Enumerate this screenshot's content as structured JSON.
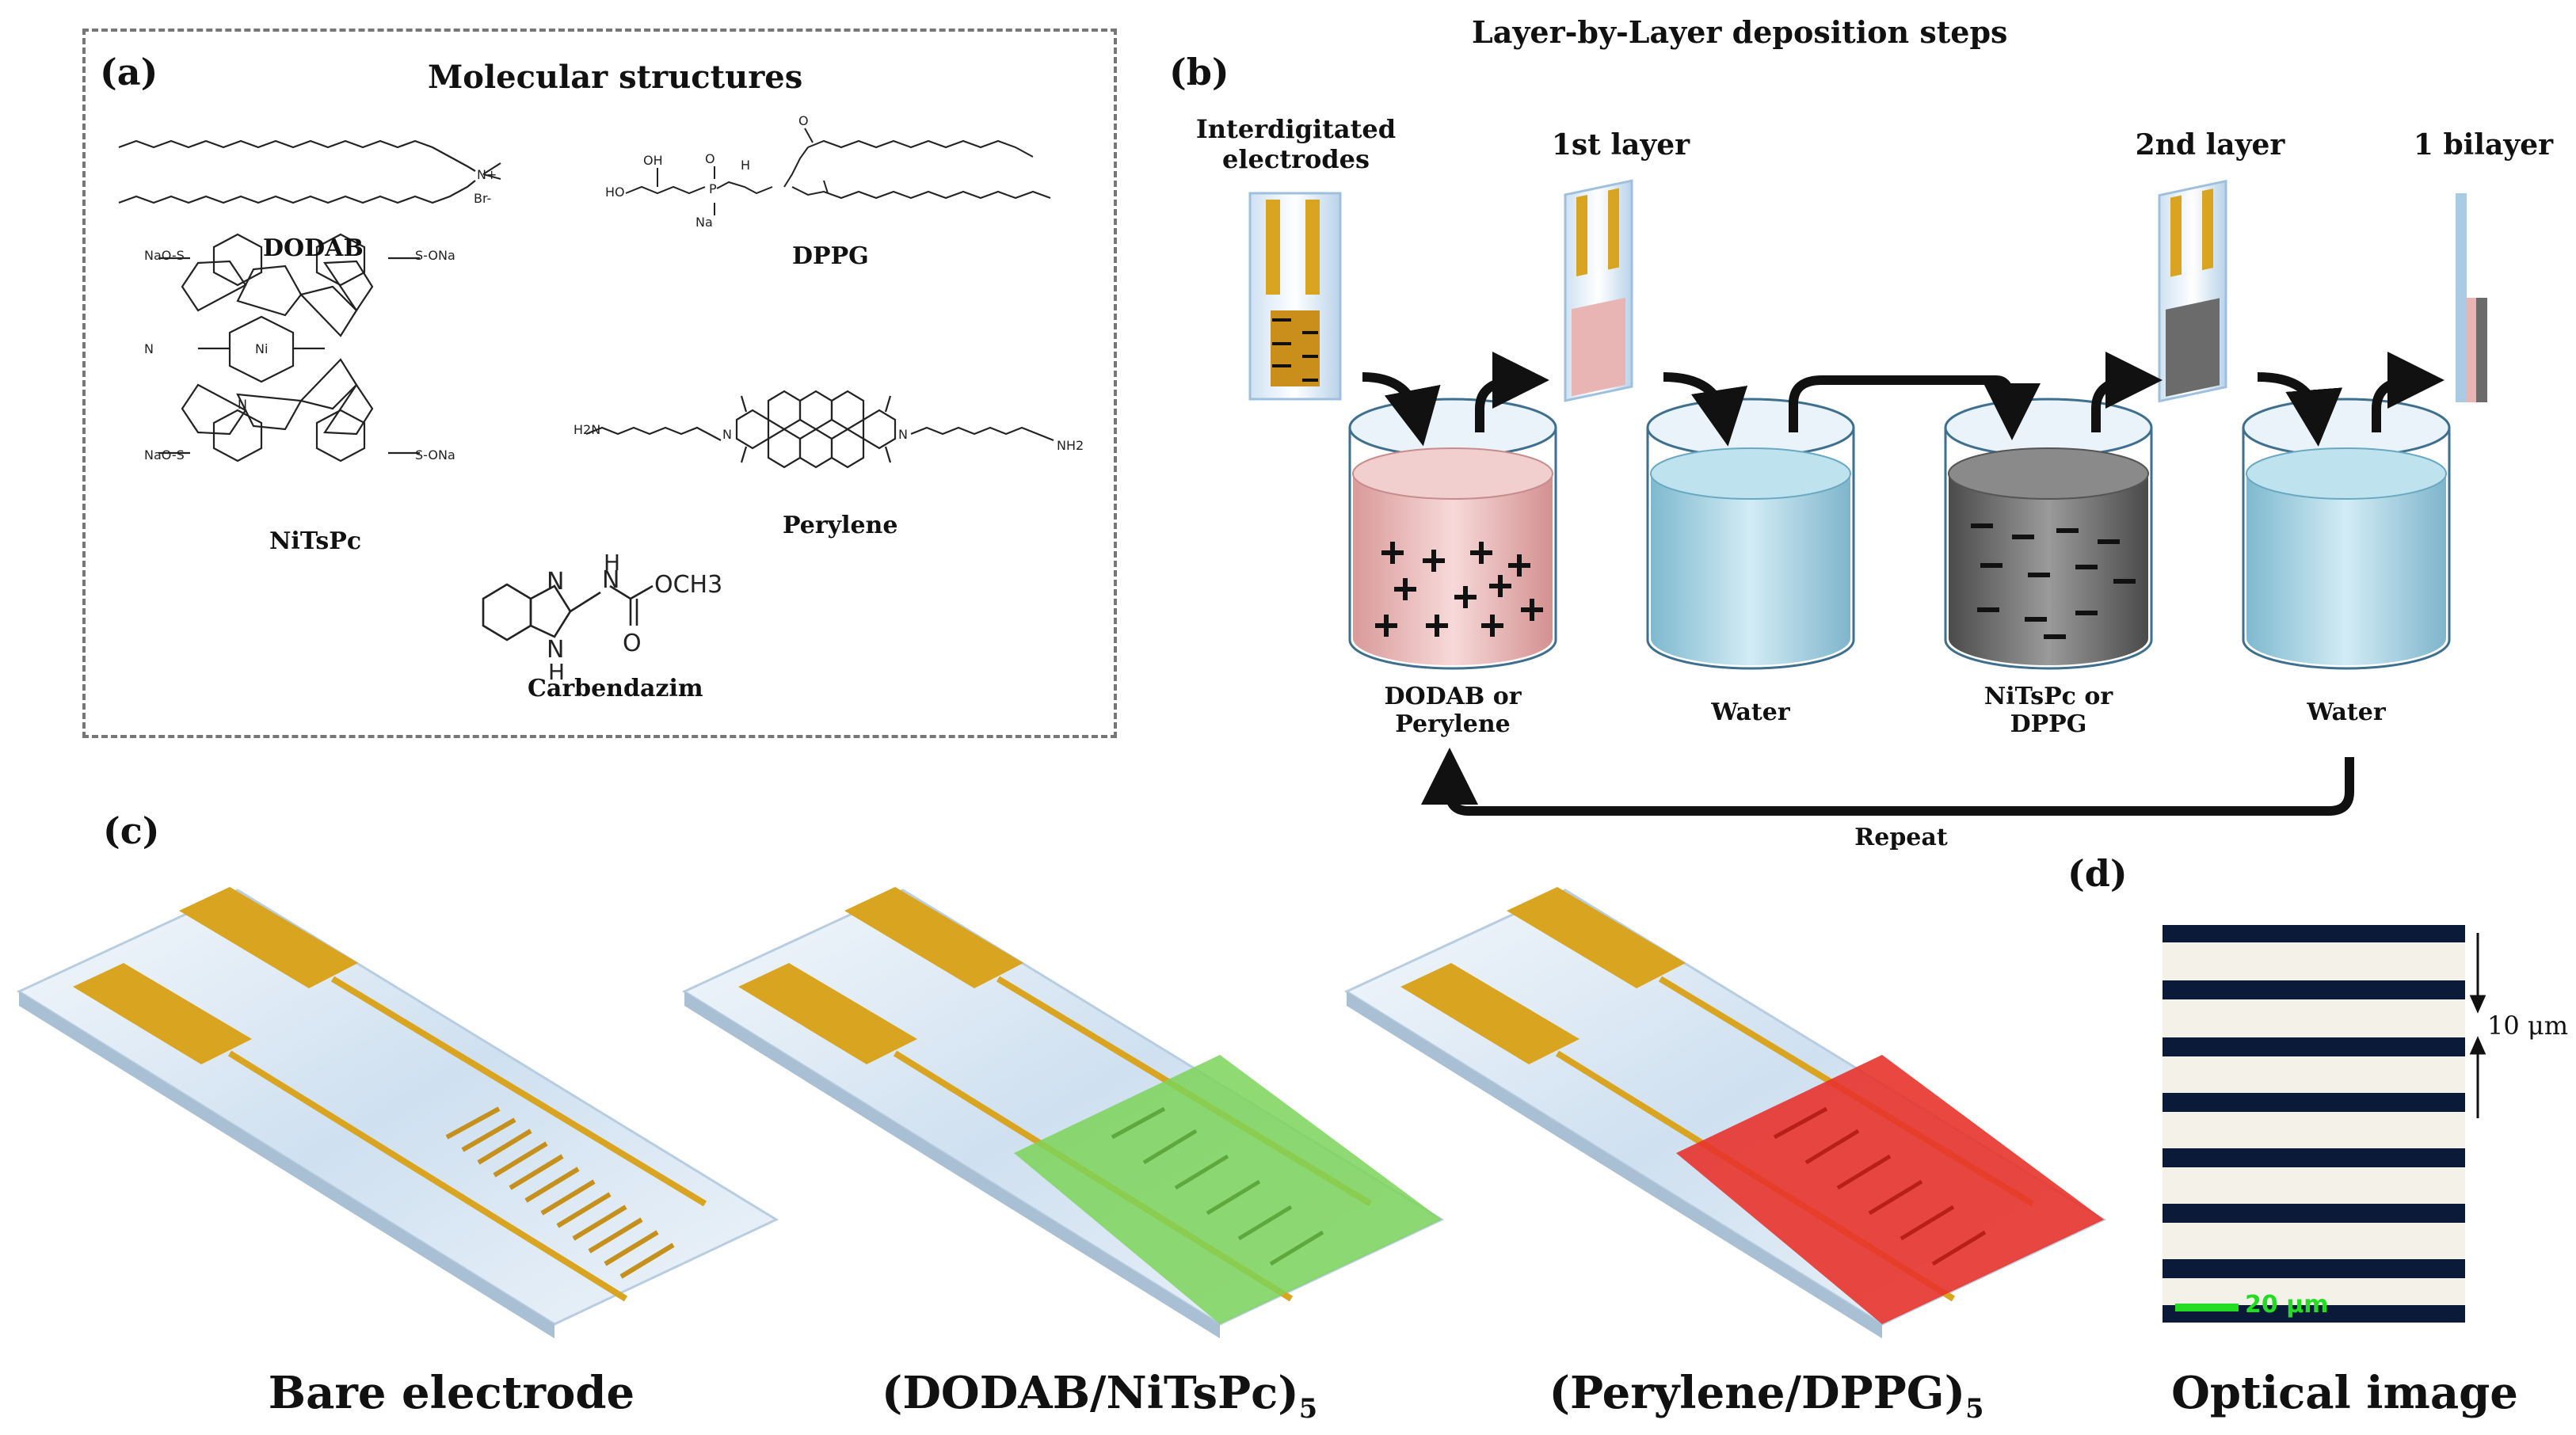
{
  "panel_a": {
    "label": "(a)",
    "title": "Molecular structures",
    "molecules": [
      "DODAB",
      "DPPG",
      "NiTsPc",
      "Perylene",
      "Carbendazim"
    ],
    "atom_labels": {
      "n_plus": "N+",
      "br": "Br-",
      "nao_so": "NaO-S",
      "so_ona": "S-ONa",
      "ni": "Ni",
      "n": "N",
      "nh": "N",
      "h": "H",
      "och3": "OCH3",
      "o": "O",
      "oh": "OH",
      "ho": "HO",
      "p": "P",
      "na": "Na",
      "h2n": "H2N",
      "nh2": "NH2"
    }
  },
  "panel_b": {
    "label": "(b)",
    "title": "Layer-by-Layer deposition steps",
    "interdigitated": "Interdigitated electrodes",
    "layer1": "1st layer",
    "layer2": "2nd layer",
    "bilayer": "1 bilayer",
    "beakers": [
      "DODAB or Perylene",
      "Water",
      "NiTsPc or DPPG",
      "Water"
    ],
    "repeat": "Repeat"
  },
  "panel_c": {
    "label": "(c)",
    "captions": [
      "Bare electrode",
      "(DODAB/NiTsPc)",
      "(Perylene/DPPG)"
    ],
    "subscript": "5"
  },
  "panel_d": {
    "label": "(d)",
    "scale_label": "10 μm",
    "scalebar": "20 μm",
    "caption": "Optical image"
  },
  "colors": {
    "gold": "#d9a520",
    "green_film": "#7dd35a",
    "red_film": "#e8332c",
    "pink_solution": "#e8b4b4",
    "water": "#a9d6e6",
    "dark_solution": "#6b6b6b",
    "scalebar_green": "#22dd22"
  }
}
